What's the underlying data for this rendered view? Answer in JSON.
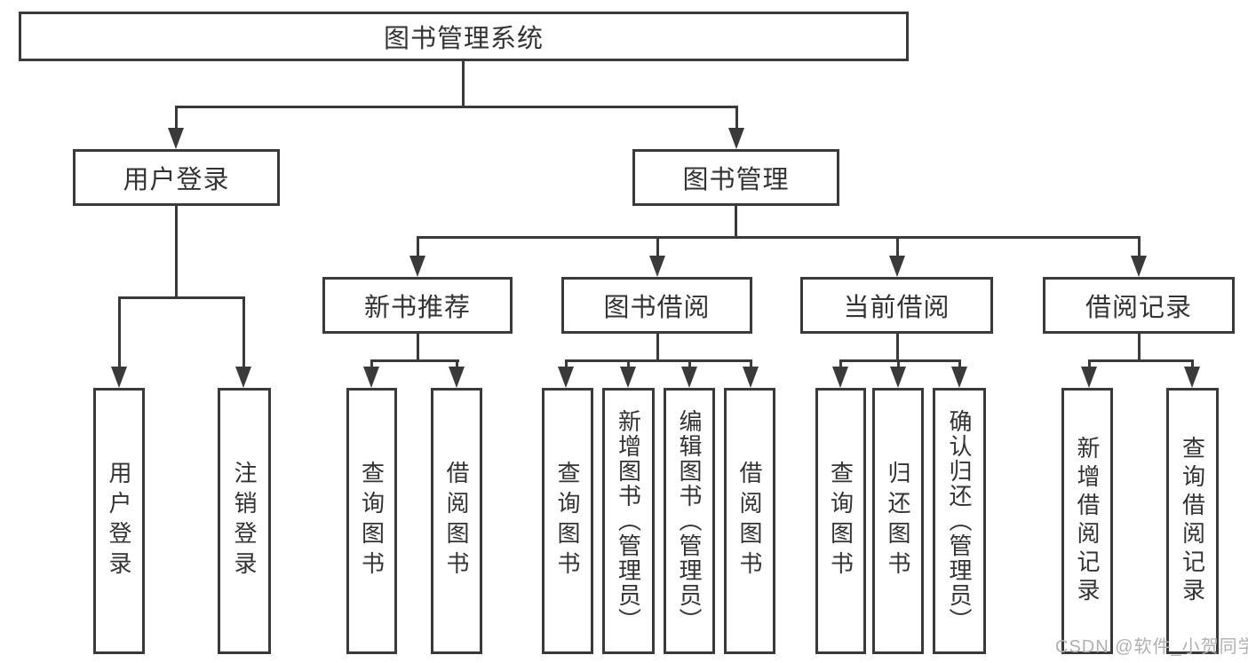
{
  "diagram": {
    "title": "图书管理系统",
    "user_login": {
      "label": "用户登录",
      "children": [
        "用户登录",
        "注销登录"
      ]
    },
    "book_mgmt": {
      "label": "图书管理",
      "sections": [
        {
          "label": "新书推荐",
          "children": [
            "查询图书",
            "借阅图书"
          ]
        },
        {
          "label": "图书借阅",
          "children": [
            "查询图书",
            "新增图书（管理员）",
            "编辑图书（管理员）",
            "借阅图书"
          ]
        },
        {
          "label": "当前借阅",
          "children": [
            "查询图书",
            "归还图书",
            "确认归还（管理员）"
          ]
        },
        {
          "label": "借阅记录",
          "children": [
            "新增借阅记录",
            "查询借阅记录"
          ]
        }
      ]
    },
    "watermark": "CSDN @软件_小贺同学",
    "colors": {
      "line": "#3a3a3a",
      "text": "#333333",
      "watermark": "#b0b0b0",
      "background": "#ffffff"
    }
  }
}
